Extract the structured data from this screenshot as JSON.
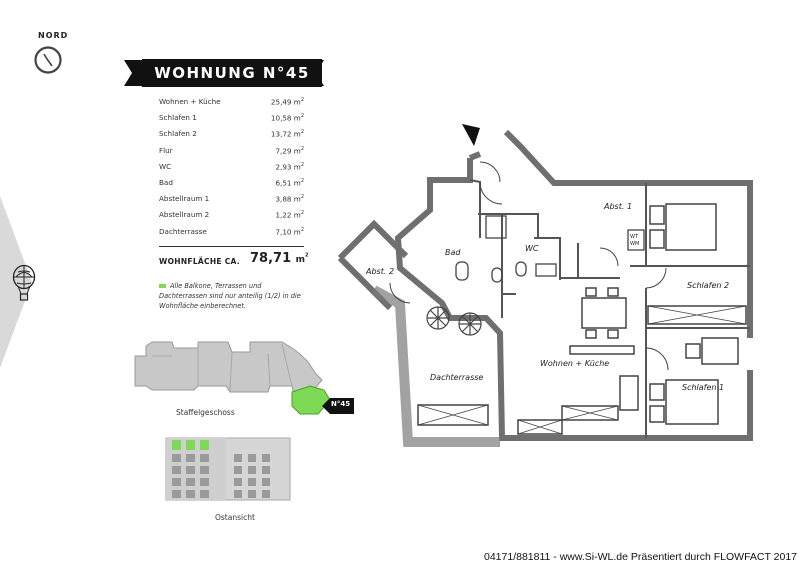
{
  "compass": {
    "label": "NORD"
  },
  "title": "WOHNUNG N°45",
  "rooms": [
    {
      "name": "Wohnen + Küche",
      "area": "25,49"
    },
    {
      "name": "Schlafen 1",
      "area": "10,58"
    },
    {
      "name": "Schlafen 2",
      "area": "13,72"
    },
    {
      "name": "Flur",
      "area": "7,29"
    },
    {
      "name": "WC",
      "area": "2,93"
    },
    {
      "name": "Bad",
      "area": "6,51"
    },
    {
      "name": "Abstellraum 1",
      "area": "3,88"
    },
    {
      "name": "Abstellraum 2",
      "area": "1,22"
    },
    {
      "name": "Dachterrasse",
      "area": "7,10"
    }
  ],
  "unit": "m",
  "total": {
    "label": "WOHNFLÄCHE CA.",
    "value": "78,71",
    "unit": "m"
  },
  "note": "Alle Balkone, Terrassen und Dachterrassen sind nur anteilig (1/2) in die Wohnfläche einberechnet.",
  "site_plan": {
    "caption": "Staffelgeschoss",
    "badge": "N°45"
  },
  "elevation": {
    "caption": "Ostansicht"
  },
  "plan_labels": {
    "abst1": "Abst. 1",
    "abst2": "Abst. 2",
    "bad": "Bad",
    "wc": "WC",
    "wt": "WT",
    "wm": "WM",
    "schlafen2": "Schlafen 2",
    "schlafen1": "Schlafen 1",
    "wohnen": "Wohnen + Küche",
    "dachterrasse": "Dachterrasse"
  },
  "footer": "04171/881811 - www.Si-WL.de Präsentiert durch FLOWFACT 2017",
  "colors": {
    "accent_green": "#7ed957",
    "banner": "#111111",
    "wall": "#6f6f6f",
    "arrow": "#d9d9d9"
  }
}
